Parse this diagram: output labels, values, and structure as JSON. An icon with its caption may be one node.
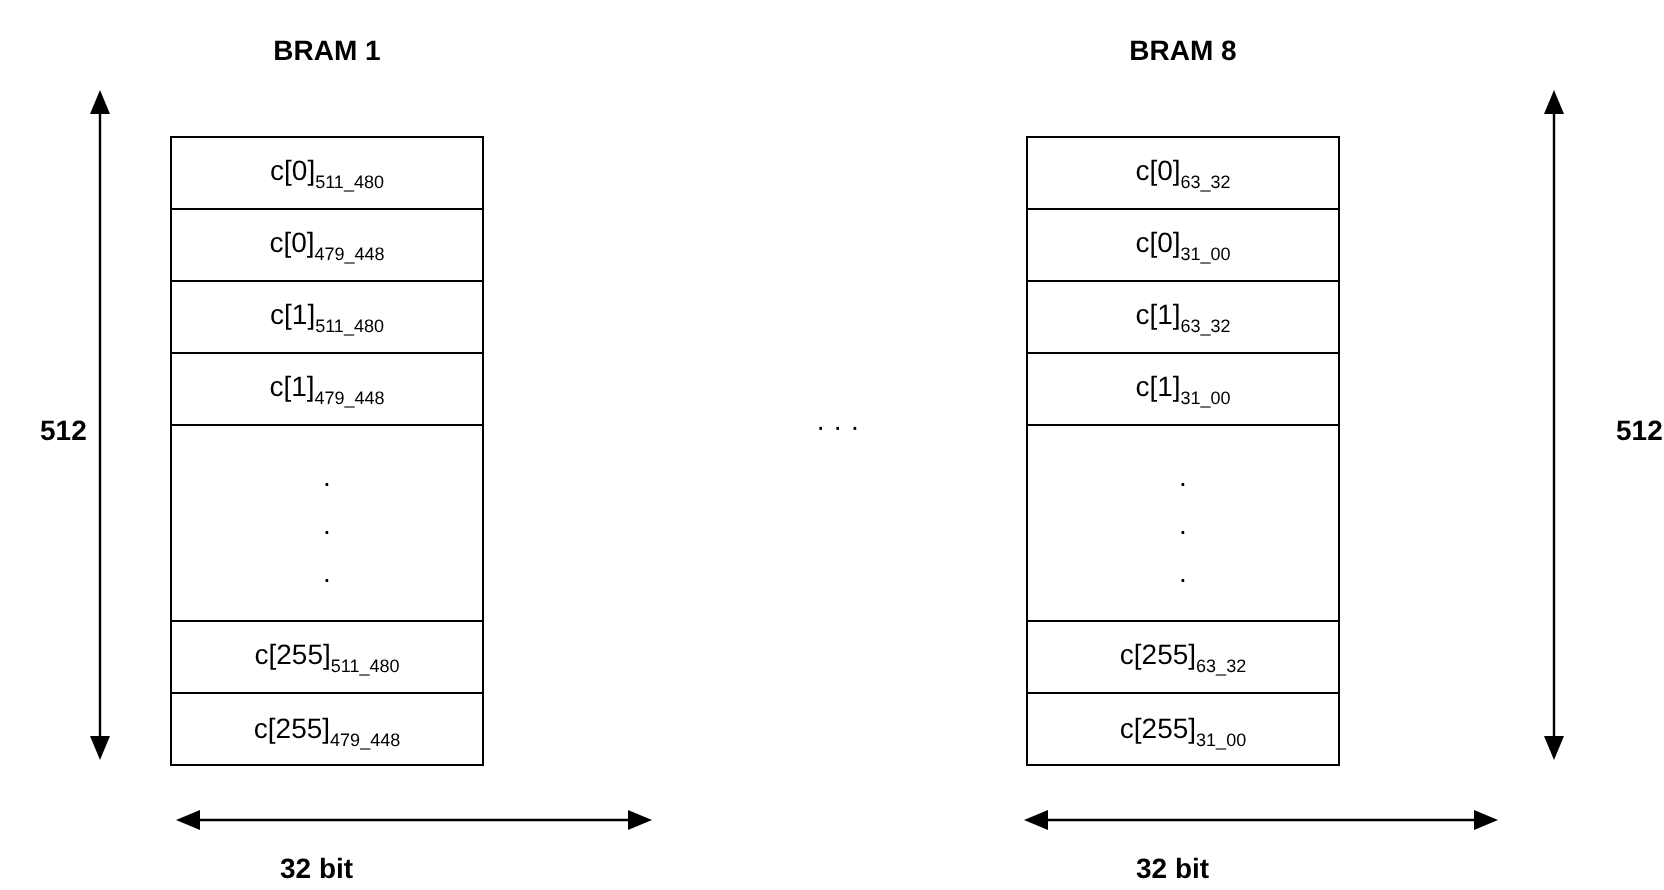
{
  "diagram": {
    "nodes": [
      {
        "text": [
          "BRAM 1"
        ]
      },
      {
        "text": [
          "c[0]$_{511_480}$"
        ],
        "in": 0
      },
      {
        "text": [
          "c[0]$_{479_448}$"
        ],
        "in": 0
      },
      {
        "text": [
          "c[1]$_{511_480}$"
        ],
        "in": 0
      },
      {
        "text": [
          "c[1]$_{479_448}$"
        ],
        "in": 0
      },
      {
        "text": [
          ". . ."
        ],
        "in": 0
      },
      {
        "text": [
          "c[255]$_{511_480}$"
        ],
        "in": 0
      },
      {
        "text": [
          "c[255]$_{479_448}$"
        ],
        "in": 0
      },
      {
        "text": [
          "BRAM 8"
        ]
      },
      {
        "text": [
          "c[0]$_{63_32}$"
        ],
        "in": 8
      },
      {
        "text": [
          "c[0]$_{31_00}$"
        ],
        "in": 8
      },
      {
        "text": [
          "c[1]$_{63_32}$"
        ],
        "in": 8
      },
      {
        "text": [
          "c[1]$_{31_00}$"
        ],
        "in": 8
      },
      {
        "text": [
          ". . ."
        ],
        "in": 8
      },
      {
        "text": [
          "c[255]$_{63_32}$"
        ],
        "in": 8
      },
      {
        "text": [
          "c[255]$_{31_00}$"
        ],
        "in": 8
      }
    ],
    "edges": [],
    "labels": [
      "512",
      "· · ·",
      "512",
      "32 bit",
      "32 bit"
    ]
  }
}
